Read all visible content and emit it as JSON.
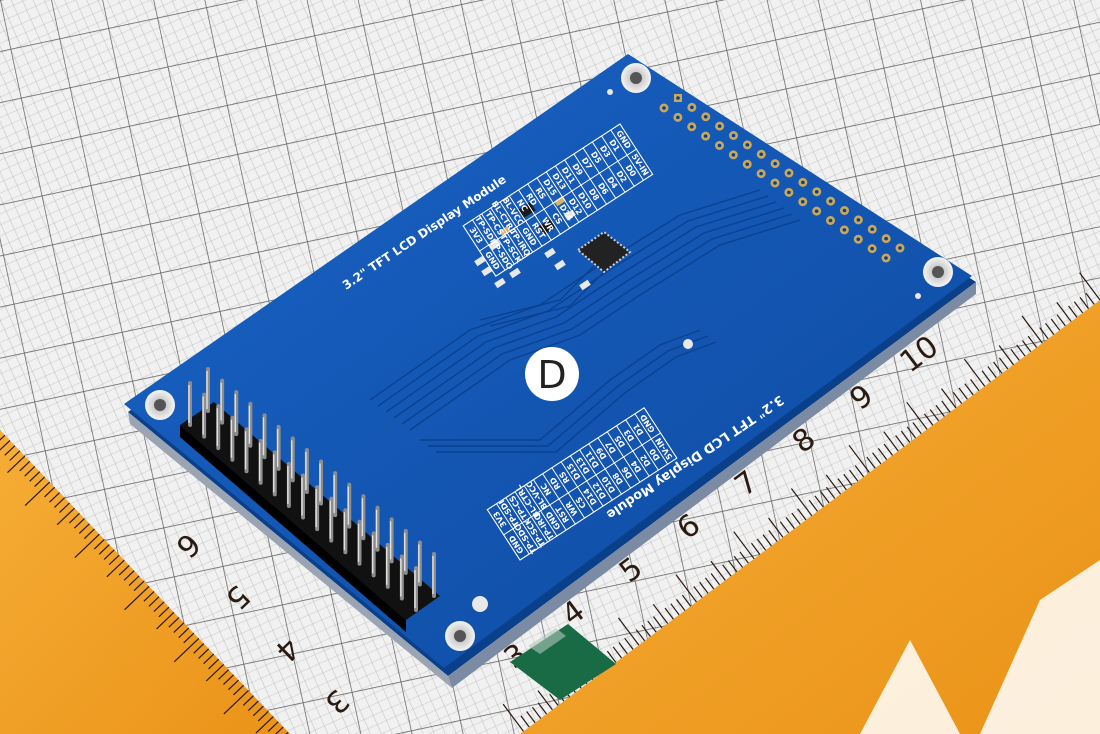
{
  "board": {
    "title_top": "3.2\" TFT LCD Display Module",
    "title_center": "3.2\" TFT LCD Display Module",
    "badge_letter": "D",
    "color": "#1156b6",
    "edge_color": "#0a3f8a"
  },
  "pin_labels_right": [
    "GND",
    "5V-IN",
    "D1",
    "D0",
    "D3",
    "D2",
    "D5",
    "D4",
    "D7",
    "D6",
    "D9",
    "D8",
    "D11",
    "D10",
    "D13",
    "D12",
    "D15",
    "D14",
    "RS",
    "CS",
    "RD",
    "WR",
    "NC",
    "RST",
    "BL-VCC",
    "GND",
    "BL-CTRL",
    "TP-IRQ",
    "TP-CS",
    "TP-SCK",
    "TP-SDI",
    "TP-SDO",
    "3V3",
    "GND"
  ],
  "pin_labels_left": [
    "GND",
    "3V3",
    "TP-SDO",
    "TP-SDI",
    "TP-SCK",
    "TP-CS",
    "TP-IRQ",
    "BL-CTRL",
    "GND",
    "BL-VCC",
    "RST",
    "NC",
    "WR",
    "RD",
    "CS",
    "RS",
    "D14",
    "D15",
    "D12",
    "D13",
    "D10",
    "D11",
    "D8",
    "D9",
    "D6",
    "D7",
    "D4",
    "D5",
    "D2",
    "D3",
    "D0",
    "D1",
    "5V-IN",
    "GND"
  ],
  "ruler_right": [
    "3",
    "4",
    "5",
    "6",
    "7",
    "8",
    "9",
    "10"
  ],
  "ruler_left": [
    "3",
    "4",
    "5",
    "6"
  ],
  "colors": {
    "paper": "#f1f1f1",
    "grid": "#6f6f6f",
    "ruler": "#f2a126",
    "gold": "#c9a85a"
  }
}
